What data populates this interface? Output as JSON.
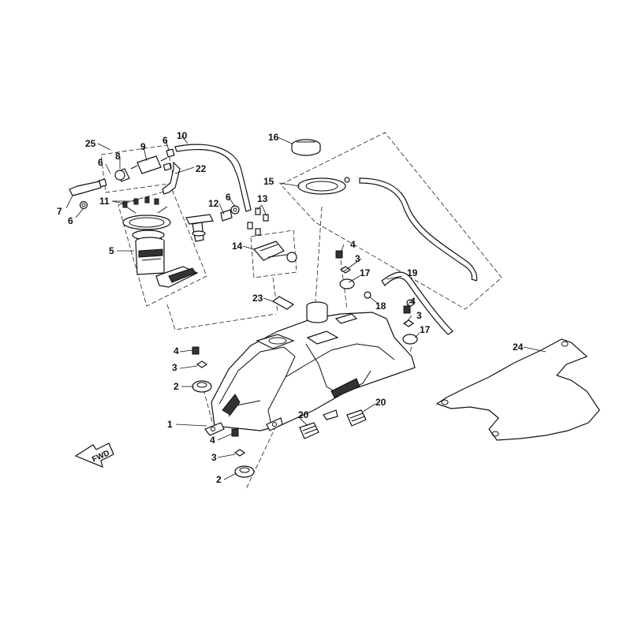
{
  "diagram": {
    "fwd_label": "FWD",
    "callouts": [
      {
        "id": "c1",
        "text": "1"
      },
      {
        "id": "c2a",
        "text": "2"
      },
      {
        "id": "c2b",
        "text": "2"
      },
      {
        "id": "c3a",
        "text": "3"
      },
      {
        "id": "c3b",
        "text": "3"
      },
      {
        "id": "c3c",
        "text": "3"
      },
      {
        "id": "c3d",
        "text": "3"
      },
      {
        "id": "c4a",
        "text": "4"
      },
      {
        "id": "c4b",
        "text": "4"
      },
      {
        "id": "c4c",
        "text": "4"
      },
      {
        "id": "c4d",
        "text": "4"
      },
      {
        "id": "c5",
        "text": "5"
      },
      {
        "id": "c6a",
        "text": "6"
      },
      {
        "id": "c6b",
        "text": "6"
      },
      {
        "id": "c6c",
        "text": "6"
      },
      {
        "id": "c6d",
        "text": "6"
      },
      {
        "id": "c7",
        "text": "7"
      },
      {
        "id": "c8",
        "text": "8"
      },
      {
        "id": "c9",
        "text": "9"
      },
      {
        "id": "c10",
        "text": "10"
      },
      {
        "id": "c11",
        "text": "11"
      },
      {
        "id": "c12",
        "text": "12"
      },
      {
        "id": "c13",
        "text": "13"
      },
      {
        "id": "c14",
        "text": "14"
      },
      {
        "id": "c15",
        "text": "15"
      },
      {
        "id": "c16",
        "text": "16"
      },
      {
        "id": "c17a",
        "text": "17"
      },
      {
        "id": "c17b",
        "text": "17"
      },
      {
        "id": "c18",
        "text": "18"
      },
      {
        "id": "c19",
        "text": "19"
      },
      {
        "id": "c20a",
        "text": "20"
      },
      {
        "id": "c20b",
        "text": "20"
      },
      {
        "id": "c22",
        "text": "22"
      },
      {
        "id": "c23",
        "text": "23"
      },
      {
        "id": "c24",
        "text": "24"
      },
      {
        "id": "c25",
        "text": "25"
      }
    ]
  }
}
